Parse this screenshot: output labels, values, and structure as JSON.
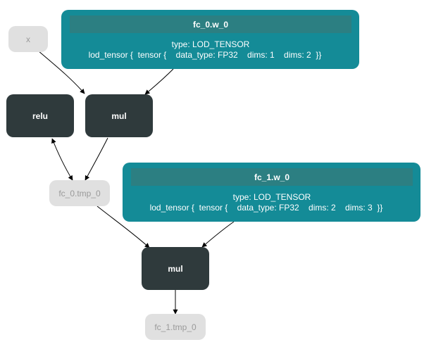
{
  "colors": {
    "var_fill": "#e0e0e0",
    "var_text": "#9a9a9a",
    "op_fill": "#2f3a3c",
    "op_text": "#ffffff",
    "param_fill": "#148b97",
    "param_header": "#2c7f82",
    "param_text": "#ffffff",
    "edge": "#000000"
  },
  "nodes": {
    "x": {
      "label": "x"
    },
    "relu": {
      "label": "relu"
    },
    "mul_1": {
      "label": "mul"
    },
    "fc_0_tmp_0": {
      "label": "fc_0.tmp_0"
    },
    "mul_2": {
      "label": "mul"
    },
    "fc_1_tmp_0": {
      "label": "fc_1.tmp_0"
    },
    "fc_0_w_0": {
      "title": "fc_0.w_0",
      "type_line": "type: LOD_TENSOR",
      "detail_line": "lod_tensor {  tensor {    data_type: FP32    dims: 1    dims: 2  }}"
    },
    "fc_1_w_0": {
      "title": "fc_1.w_0",
      "type_line": "type: LOD_TENSOR",
      "detail_line": "lod_tensor {  tensor {    data_type: FP32    dims: 2    dims: 3  }}"
    }
  }
}
